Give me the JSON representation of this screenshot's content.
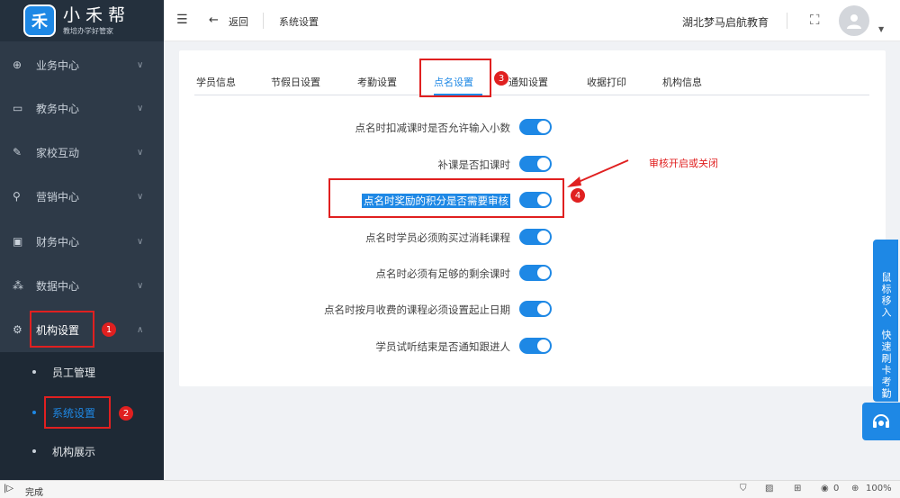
{
  "sidebar": {
    "logo": {
      "name": "小禾帮",
      "subtitle": "教培办学好管家",
      "glyph": "禾"
    },
    "menu": [
      {
        "label": "业务中心",
        "icon": "⊕"
      },
      {
        "label": "教务中心",
        "icon": "▭"
      },
      {
        "label": "家校互动",
        "icon": "✎"
      },
      {
        "label": "营销中心",
        "icon": "⚲"
      },
      {
        "label": "财务中心",
        "icon": "▣"
      },
      {
        "label": "数据中心",
        "icon": "⁂"
      },
      {
        "label": "机构设置",
        "icon": "⚙"
      }
    ],
    "submenu": [
      {
        "label": "员工管理"
      },
      {
        "label": "系统设置"
      },
      {
        "label": "机构展示"
      }
    ]
  },
  "header": {
    "back_label": "返回",
    "page_title": "系统设置",
    "org_name": "湖北梦马启航教育"
  },
  "tabs": [
    {
      "label": "学员信息"
    },
    {
      "label": "节假日设置"
    },
    {
      "label": "考勤设置"
    },
    {
      "label": "点名设置"
    },
    {
      "label": "通知设置"
    },
    {
      "label": "收据打印"
    },
    {
      "label": "机构信息"
    }
  ],
  "settings": [
    {
      "label": "点名时扣减课时是否允许输入小数",
      "on": true
    },
    {
      "label": "补课是否扣课时",
      "on": true
    },
    {
      "label": "点名时奖励的积分是否需要审核",
      "on": true
    },
    {
      "label": "点名时学员必须购买过消耗课程",
      "on": true
    },
    {
      "label": "点名时必须有足够的剩余课时",
      "on": true
    },
    {
      "label": "点名时按月收费的课程必须设置起止日期",
      "on": true
    },
    {
      "label": "学员试听结束是否通知跟进人",
      "on": true
    }
  ],
  "annotations": {
    "badges": [
      "1",
      "2",
      "3",
      "4"
    ],
    "note": "审核开启或关闭"
  },
  "float_panel": {
    "text1": "鼠标移入",
    "text2": "快速刷卡考勤"
  },
  "statusbar": {
    "status": "完成",
    "counter": "0",
    "zoom": "100%"
  },
  "colors": {
    "accent": "#1e88e5",
    "sidebar": "#2e3a48",
    "annotation": "#e02020"
  }
}
